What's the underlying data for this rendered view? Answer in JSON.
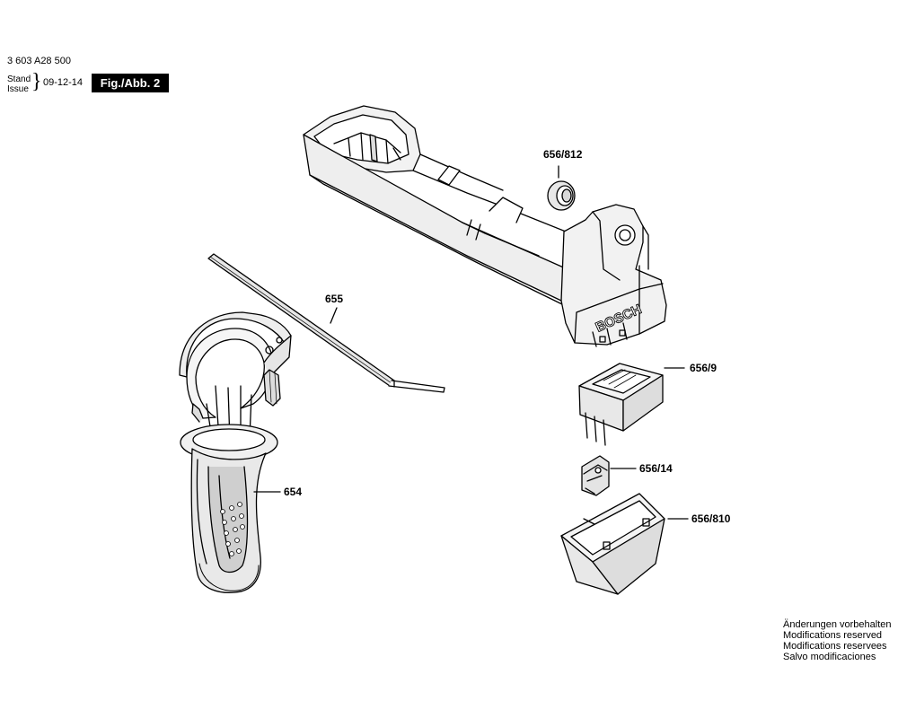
{
  "header": {
    "part_number": "3 603 A28 500",
    "stand_label": "Stand",
    "issue_label": "Issue",
    "date": "09-12-14",
    "figure": "Fig./Abb. 2"
  },
  "parts": {
    "p654": "654",
    "p655": "655",
    "p656_812": "656/812",
    "p656_9": "656/9",
    "p656_14": "656/14",
    "p656_810": "656/810"
  },
  "brand_mark": "BOSCH",
  "notice": [
    "Änderungen vorbehalten",
    "Modifications reserved",
    "Modifications reservees",
    "Salvo modificaciones"
  ]
}
